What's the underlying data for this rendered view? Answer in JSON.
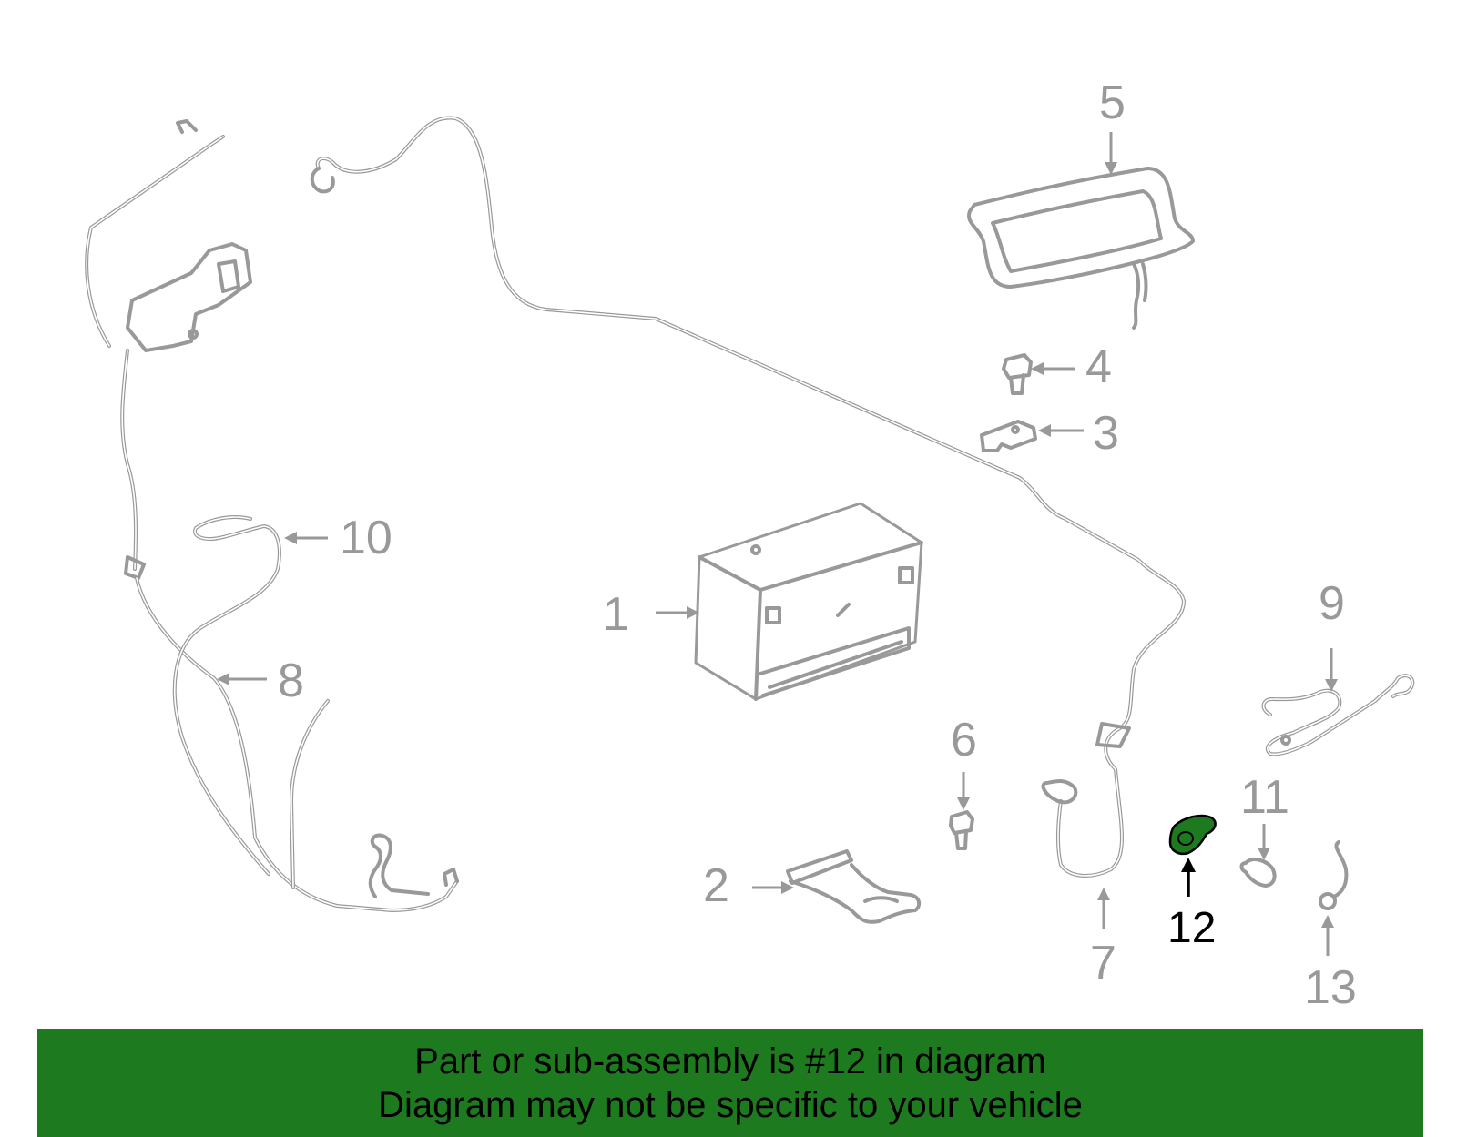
{
  "diagram": {
    "callouts": [
      {
        "id": 1,
        "label": "1"
      },
      {
        "id": 2,
        "label": "2"
      },
      {
        "id": 3,
        "label": "3"
      },
      {
        "id": 4,
        "label": "4"
      },
      {
        "id": 5,
        "label": "5"
      },
      {
        "id": 6,
        "label": "6"
      },
      {
        "id": 7,
        "label": "7"
      },
      {
        "id": 8,
        "label": "8"
      },
      {
        "id": 9,
        "label": "9"
      },
      {
        "id": 10,
        "label": "10"
      },
      {
        "id": 11,
        "label": "11"
      },
      {
        "id": 12,
        "label": "12"
      },
      {
        "id": 13,
        "label": "13"
      }
    ],
    "highlighted_part": "12",
    "colors": {
      "part_outline": "#999999",
      "highlight_fill": "#1e7a1e",
      "highlight_label": "#000000",
      "banner_background": "#1e7a1e"
    }
  },
  "banner": {
    "line1": "Part or sub-assembly is #12 in diagram",
    "line2": "Diagram may not be specific to your vehicle"
  }
}
